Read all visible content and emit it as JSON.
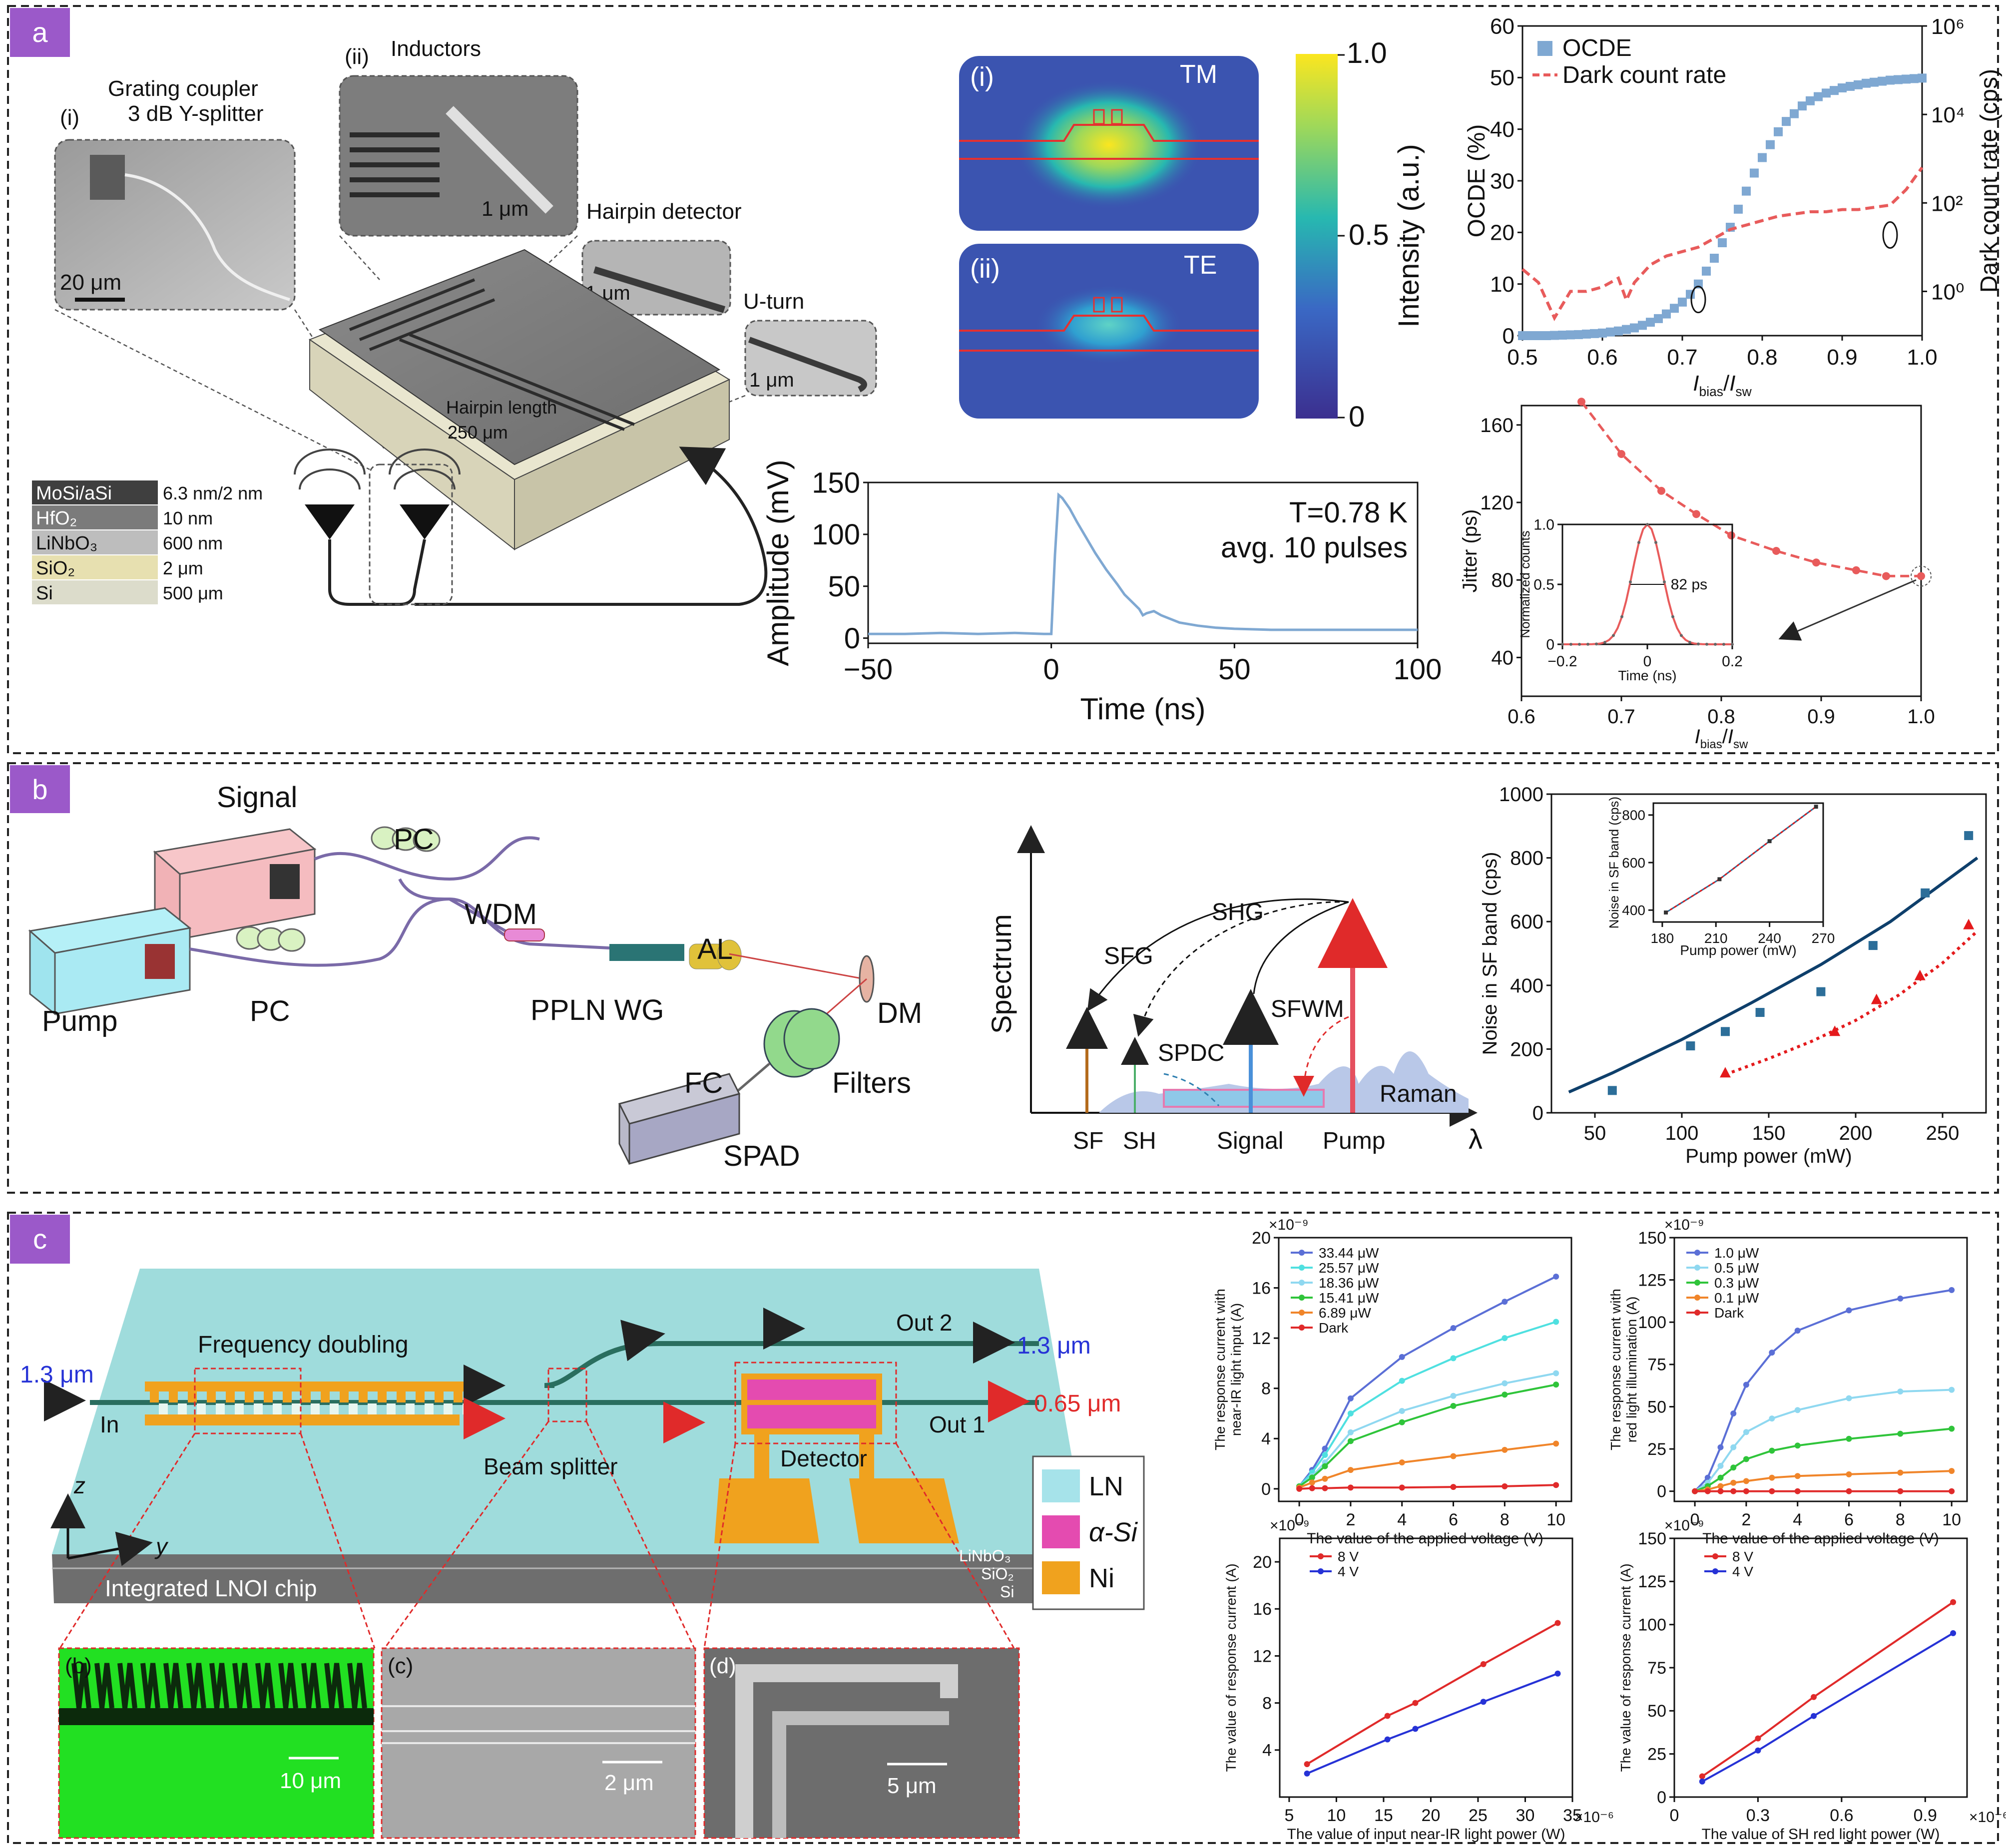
{
  "panels": {
    "a": "a",
    "b": "b",
    "c": "c"
  },
  "panel_a": {
    "sem": {
      "i": {
        "tag": "(i)",
        "label1": "Grating coupler",
        "label2": "3 dB Y-splitter",
        "scale": "20 μm"
      },
      "ii": {
        "tag": "(ii)",
        "label": "Inductors",
        "scale": "1 μm"
      },
      "hairpin": {
        "label": "Hairpin detector",
        "scale": "1 μm"
      },
      "uturn": {
        "label": "U-turn",
        "scale": "1 μm"
      }
    },
    "chip": {
      "length_label": "Hairpin length",
      "length_value": "250 μm"
    },
    "stack": [
      {
        "material": "MoSi/aSi",
        "thickness": "6.3 nm/2 nm",
        "color": "#3f3f3f"
      },
      {
        "material": "HfO₂",
        "thickness": "10 nm",
        "color": "#7b7b7b"
      },
      {
        "material": "LiNbO₃",
        "thickness": "600 nm",
        "color": "#bdbdbd"
      },
      {
        "material": "SiO₂",
        "thickness": "2 μm",
        "color": "#e7e0b0"
      },
      {
        "material": "Si",
        "thickness": "500 μm",
        "color": "#dcdccb"
      }
    ],
    "mode": {
      "i_tag": "(i)",
      "i_label": "TM",
      "ii_tag": "(ii)",
      "ii_label": "TE",
      "cbar_label": "Intensity (a.u.)",
      "cbar_ticks": [
        "1.0",
        "0.5",
        "0"
      ]
    },
    "pulse": {
      "ylabel": "Amplitude (mV)",
      "xlabel": "Time (ns)",
      "annot1": "T=0.78 K",
      "annot2": "avg. 10 pulses"
    }
  },
  "panel_b": {
    "setup": {
      "signal": "Signal",
      "pump": "Pump",
      "pc1": "PC",
      "pc2": "PC",
      "wdm": "WDM",
      "ppln": "PPLN WG",
      "al": "AL",
      "dm": "DM",
      "fc": "FC",
      "filters": "Filters",
      "spad": "SPAD"
    },
    "spectrum": {
      "ylabel": "Spectrum",
      "xlabel": "λ",
      "labels": [
        "SFG",
        "SHG",
        "SPDC",
        "SFWM",
        "Raman"
      ],
      "ticks": [
        "SF",
        "SH",
        "Signal",
        "Pump"
      ]
    }
  },
  "panel_c": {
    "chip": {
      "in_wl": "1.3 μm",
      "in": "In",
      "freq": "Frequency doubling",
      "bs": "Beam splitter",
      "det": "Detector",
      "out2": "Out 2",
      "out2_wl": "1.3 μm",
      "out1": "Out 1",
      "out1_wl": "0.65 μm",
      "z": "z",
      "y": "y",
      "chip": "Integrated LNOI chip",
      "layers": [
        "LiNbO₃",
        "SiO₂",
        "Si"
      ]
    },
    "legend": [
      {
        "name": "LN",
        "color": "#a6e3ea"
      },
      {
        "name": "α-Si",
        "color": "#e44bb0"
      },
      {
        "name": "Ni",
        "color": "#f0a21e"
      }
    ],
    "insets": {
      "b": "(b)",
      "b_scale": "10 μm",
      "c": "(c)",
      "c_scale": "2 μm",
      "d": "(d)",
      "d_scale": "5 μm"
    }
  },
  "chart_data": [
    {
      "id": "ocde",
      "type": "scatter",
      "xlabel": "I_bias/I_sw",
      "ylabel": "OCDE (%)",
      "y2label": "Dark count rate (cps)",
      "xlim": [
        0.5,
        1.0
      ],
      "ylim": [
        0,
        60
      ],
      "y2lim_log10": [
        -1,
        6
      ],
      "xticks": [
        "0.5",
        "0.6",
        "0.7",
        "0.8",
        "0.9",
        "1.0"
      ],
      "yticks": [
        "0",
        "10",
        "20",
        "30",
        "40",
        "50",
        "60"
      ],
      "y2ticks": [
        "10⁰",
        "10²",
        "10⁴",
        "10⁶"
      ],
      "series": [
        {
          "name": "OCDE",
          "axis": "y",
          "color": "#7fa8d2",
          "x": [
            0.5,
            0.51,
            0.52,
            0.53,
            0.54,
            0.55,
            0.56,
            0.57,
            0.58,
            0.59,
            0.6,
            0.61,
            0.62,
            0.63,
            0.64,
            0.65,
            0.66,
            0.67,
            0.68,
            0.69,
            0.7,
            0.71,
            0.72,
            0.73,
            0.74,
            0.75,
            0.76,
            0.77,
            0.78,
            0.79,
            0.8,
            0.81,
            0.82,
            0.83,
            0.84,
            0.85,
            0.86,
            0.87,
            0.88,
            0.89,
            0.9,
            0.91,
            0.92,
            0.93,
            0.94,
            0.95,
            0.96,
            0.97,
            0.98,
            0.99,
            1.0
          ],
          "y": [
            0,
            0,
            0,
            0,
            0.05,
            0.1,
            0.15,
            0.2,
            0.3,
            0.4,
            0.5,
            0.7,
            0.9,
            1.2,
            1.5,
            2,
            2.6,
            3.3,
            4.2,
            5.3,
            6.5,
            8,
            10,
            12.5,
            15,
            18,
            21,
            24.5,
            28,
            31.5,
            34.5,
            37,
            39.5,
            41.5,
            43,
            44.5,
            45.5,
            46.3,
            47,
            47.5,
            48,
            48.3,
            48.6,
            48.9,
            49.1,
            49.3,
            49.5,
            49.6,
            49.7,
            49.8,
            49.9
          ]
        },
        {
          "name": "Dark count rate",
          "axis": "y2",
          "color": "#e85b5b",
          "x": [
            0.5,
            0.52,
            0.54,
            0.56,
            0.58,
            0.6,
            0.62,
            0.63,
            0.64,
            0.65,
            0.66,
            0.68,
            0.7,
            0.72,
            0.74,
            0.76,
            0.78,
            0.8,
            0.82,
            0.84,
            0.86,
            0.88,
            0.9,
            0.92,
            0.94,
            0.96,
            0.98,
            1.0
          ],
          "y_log10": [
            0.5,
            0.2,
            -0.6,
            0,
            0,
            0.1,
            0.3,
            -0.2,
            0.2,
            0.4,
            0.6,
            0.8,
            0.9,
            1,
            1.2,
            1.4,
            1.5,
            1.6,
            1.7,
            1.75,
            1.8,
            1.8,
            1.85,
            1.85,
            1.9,
            1.95,
            2.3,
            2.8
          ]
        }
      ]
    },
    {
      "id": "pulse",
      "type": "line",
      "xlabel": "Time (ns)",
      "ylabel": "Amplitude (mV)",
      "xlim": [
        -50,
        100
      ],
      "ylim": [
        -5,
        150
      ],
      "xticks": [
        "−50",
        "0",
        "50",
        "100"
      ],
      "yticks": [
        "0",
        "50",
        "100",
        "150"
      ],
      "series": [
        {
          "color": "#7fa8d2",
          "x": [
            -50,
            -40,
            -30,
            -20,
            -10,
            -2,
            0,
            1,
            2,
            3,
            5,
            7,
            9,
            12,
            15,
            18,
            20,
            22,
            24,
            25,
            26,
            28,
            30,
            35,
            40,
            45,
            50,
            60,
            70,
            80,
            90,
            100
          ],
          "y": [
            4,
            4,
            5,
            4,
            5,
            4,
            4,
            80,
            138,
            135,
            125,
            112,
            100,
            82,
            66,
            52,
            42,
            35,
            28,
            22,
            24,
            26,
            22,
            15,
            12,
            10,
            9,
            8,
            8,
            8,
            8,
            8
          ]
        }
      ]
    },
    {
      "id": "jitter",
      "type": "line",
      "xlabel": "I_bias/I_sw",
      "ylabel": "Jitter (ps)",
      "xlim": [
        0.6,
        1.0
      ],
      "ylim": [
        20,
        170
      ],
      "xticks": [
        "0.6",
        "0.7",
        "0.8",
        "0.9",
        "1.0"
      ],
      "yticks": [
        "40",
        "80",
        "120",
        "160"
      ],
      "series": [
        {
          "color": "#e85b5b",
          "x": [
            0.66,
            0.7,
            0.74,
            0.775,
            0.81,
            0.855,
            0.895,
            0.935,
            0.965,
            1.0
          ],
          "y": [
            172,
            145,
            126,
            114,
            103,
            95,
            89,
            85,
            82,
            82
          ]
        }
      ],
      "inset": {
        "xlabel": "Time (ns)",
        "ylabel": "Normalized counts",
        "annotation": "82 ps",
        "xlim": [
          -0.2,
          0.2
        ],
        "ylim": [
          0,
          1.0
        ],
        "xticks": [
          "−0.2",
          "0",
          "0.2"
        ],
        "yticks": [
          "0",
          "0.5",
          "1.0"
        ]
      }
    },
    {
      "id": "noise",
      "type": "scatter",
      "xlabel": "Pump power (mW)",
      "ylabel": "Noise in SF band (cps)",
      "xlim": [
        25,
        275
      ],
      "ylim": [
        0,
        1000
      ],
      "xticks": [
        "50",
        "100",
        "150",
        "200",
        "250"
      ],
      "yticks": [
        "0",
        "200",
        "400",
        "600",
        "800",
        "1000"
      ],
      "series": [
        {
          "color": "#0e3f6b",
          "marker": "square",
          "x": [
            60,
            105,
            125,
            145,
            180,
            210,
            240,
            265
          ],
          "y": [
            70,
            210,
            255,
            315,
            380,
            525,
            690,
            870
          ],
          "fit_x": [
            35,
            60,
            100,
            140,
            180,
            220,
            260,
            270
          ],
          "fit_y": [
            65,
            125,
            230,
            345,
            465,
            600,
            760,
            800
          ]
        },
        {
          "color": "#e41a1c",
          "marker": "triangle",
          "x": [
            125,
            188,
            212,
            237,
            265
          ],
          "y": [
            125,
            255,
            355,
            430,
            590
          ],
          "fit_x": [
            125,
            150,
            175,
            200,
            225,
            250,
            270
          ],
          "fit_y": [
            120,
            170,
            225,
            290,
            370,
            470,
            570
          ]
        }
      ],
      "inset": {
        "xlabel": "Pump power (mW)",
        "ylabel": "Noise in SF band (cps)",
        "xlim": [
          175,
          270
        ],
        "ylim": [
          350,
          850
        ],
        "xticks": [
          "180",
          "210",
          "240",
          "270"
        ],
        "yticks": [
          "400",
          "600",
          "800"
        ],
        "x": [
          182,
          212,
          240,
          266
        ],
        "y": [
          390,
          530,
          690,
          835
        ]
      }
    },
    {
      "id": "iv_ir",
      "type": "line",
      "exponent": "×10⁻⁹",
      "xlabel": "The value of the applied voltage (V)",
      "ylabel1": "The response current with",
      "ylabel2": "near-IR light input (A)",
      "xlim": [
        -0.8,
        10.6
      ],
      "ylim": [
        -1,
        20
      ],
      "xticks": [
        "0",
        "2",
        "4",
        "6",
        "8",
        "10"
      ],
      "yticks": [
        "0",
        "4",
        "8",
        "12",
        "16",
        "20"
      ],
      "x": [
        0,
        0.5,
        1,
        2,
        4,
        6,
        8,
        10
      ],
      "series": [
        {
          "name": "33.44 μW",
          "color": "#5b6fd6",
          "y": [
            0.2,
            1.5,
            3.2,
            7.2,
            10.5,
            12.8,
            14.9,
            16.9
          ]
        },
        {
          "name": "25.57 μW",
          "color": "#4fe0e0",
          "y": [
            0.2,
            1.3,
            2.7,
            6,
            8.6,
            10.4,
            12,
            13.3
          ]
        },
        {
          "name": "18.36 μW",
          "color": "#8fd8f0",
          "y": [
            0.2,
            1.0,
            2.1,
            4.5,
            6.2,
            7.4,
            8.4,
            9.2
          ]
        },
        {
          "name": "15.41 μW",
          "color": "#2fc43a",
          "y": [
            0.2,
            0.9,
            1.8,
            3.8,
            5.3,
            6.6,
            7.5,
            8.3
          ]
        },
        {
          "name": "6.89 μW",
          "color": "#f0852a",
          "y": [
            0.1,
            0.5,
            0.8,
            1.5,
            2.1,
            2.6,
            3.1,
            3.6
          ]
        },
        {
          "name": "Dark",
          "color": "#e02a2a",
          "y": [
            0,
            0.05,
            0.05,
            0.1,
            0.1,
            0.15,
            0.2,
            0.3
          ]
        }
      ]
    },
    {
      "id": "iv_red",
      "type": "line",
      "exponent": "×10⁻⁹",
      "xlabel": "The value of the applied voltage (V)",
      "ylabel1": "The response current with",
      "ylabel2": "red light illumination (A)",
      "xlim": [
        -0.8,
        10.6
      ],
      "ylim": [
        -6,
        150
      ],
      "xticks": [
        "0",
        "2",
        "4",
        "6",
        "8",
        "10"
      ],
      "yticks": [
        "0",
        "25",
        "50",
        "75",
        "100",
        "125",
        "150"
      ],
      "x": [
        0,
        0.5,
        1,
        1.5,
        2,
        3,
        4,
        6,
        8,
        10
      ],
      "series": [
        {
          "name": "1.0 μW",
          "color": "#5b6fd6",
          "y": [
            0,
            8,
            26,
            46,
            63,
            82,
            95,
            107,
            114,
            119
          ]
        },
        {
          "name": "0.5 μW",
          "color": "#8fd8f0",
          "y": [
            0,
            5,
            15,
            26,
            35,
            43,
            48,
            55,
            59,
            60
          ]
        },
        {
          "name": "0.3 μW",
          "color": "#2fc43a",
          "y": [
            0,
            3,
            8,
            14,
            19,
            24,
            27,
            31,
            34,
            37
          ]
        },
        {
          "name": "0.1 μW",
          "color": "#f0852a",
          "y": [
            0,
            1,
            3,
            5,
            6,
            8,
            9,
            10,
            11,
            12
          ]
        },
        {
          "name": "Dark",
          "color": "#e02a2a",
          "y": [
            0,
            0,
            0,
            0,
            0,
            0,
            0,
            0,
            0,
            0
          ]
        }
      ]
    },
    {
      "id": "pw_ir",
      "type": "line",
      "exponent": "×10⁻⁹",
      "xexponent": "×10⁻⁶",
      "xlabel": "The value of input near-IR light power (W)",
      "ylabel": "The value of response current (A)",
      "xlim": [
        4,
        35
      ],
      "ylim": [
        0,
        22
      ],
      "xticks": [
        "5",
        "10",
        "15",
        "20",
        "25",
        "30",
        "35"
      ],
      "yticks": [
        "4",
        "8",
        "12",
        "16",
        "20"
      ],
      "x": [
        6.89,
        15.41,
        18.36,
        25.57,
        33.44
      ],
      "series": [
        {
          "name": "8 V",
          "color": "#e02a2a",
          "y": [
            2.8,
            6.9,
            8,
            11.3,
            14.8
          ]
        },
        {
          "name": "4 V",
          "color": "#2632d6",
          "y": [
            2,
            4.9,
            5.8,
            8.1,
            10.5
          ]
        }
      ]
    },
    {
      "id": "pw_red",
      "type": "line",
      "exponent": "×10⁻⁹",
      "xexponent": "×10⁻⁶",
      "xlabel": "The value of SH red light power (W)",
      "ylabel": "The value of response current (A)",
      "xlim": [
        0,
        1.05
      ],
      "ylim": [
        0,
        150
      ],
      "xticks": [
        "0",
        "0.3",
        "0.6",
        "0.9"
      ],
      "yticks": [
        "0",
        "25",
        "50",
        "75",
        "100",
        "125",
        "150"
      ],
      "x": [
        0.1,
        0.3,
        0.5,
        1.0
      ],
      "series": [
        {
          "name": "8 V",
          "color": "#e02a2a",
          "y": [
            12,
            34,
            58,
            113
          ]
        },
        {
          "name": "4 V",
          "color": "#2632d6",
          "y": [
            9,
            27,
            47,
            95
          ]
        }
      ]
    }
  ]
}
